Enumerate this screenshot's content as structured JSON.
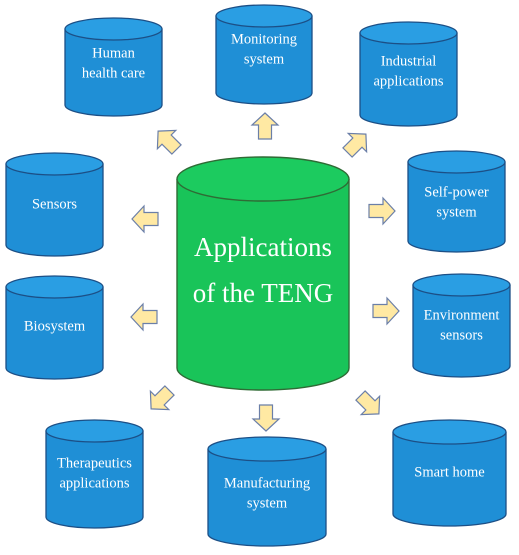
{
  "diagram": {
    "center": {
      "lines": [
        "Applications",
        "of the TENG"
      ],
      "fill": "#19c459",
      "stroke": "#2f6b35"
    },
    "node_style": {
      "fill": "#1f8fd6",
      "top_fill": "#2a9ee3",
      "stroke": "#1c4f86"
    },
    "arrow_style": {
      "fill": "#ffe9a3",
      "stroke": "#6b7fa8"
    },
    "nodes": [
      {
        "id": "human-health-care",
        "lines": [
          "Human",
          "health care"
        ]
      },
      {
        "id": "monitoring-system",
        "lines": [
          "Monitoring",
          "system"
        ]
      },
      {
        "id": "industrial-applications",
        "lines": [
          "Industrial",
          "applications"
        ]
      },
      {
        "id": "sensors",
        "lines": [
          "Sensors"
        ]
      },
      {
        "id": "self-power-system",
        "lines": [
          "Self-power",
          "system"
        ]
      },
      {
        "id": "biosystem",
        "lines": [
          "Biosystem"
        ]
      },
      {
        "id": "environment-sensors",
        "lines": [
          "Environment",
          "sensors"
        ]
      },
      {
        "id": "therapeutics-applications",
        "lines": [
          "Therapeutics",
          "applications"
        ]
      },
      {
        "id": "manufacturing-system",
        "lines": [
          "Manufacturing",
          "system"
        ]
      },
      {
        "id": "smart-home",
        "lines": [
          "Smart home"
        ]
      }
    ]
  }
}
